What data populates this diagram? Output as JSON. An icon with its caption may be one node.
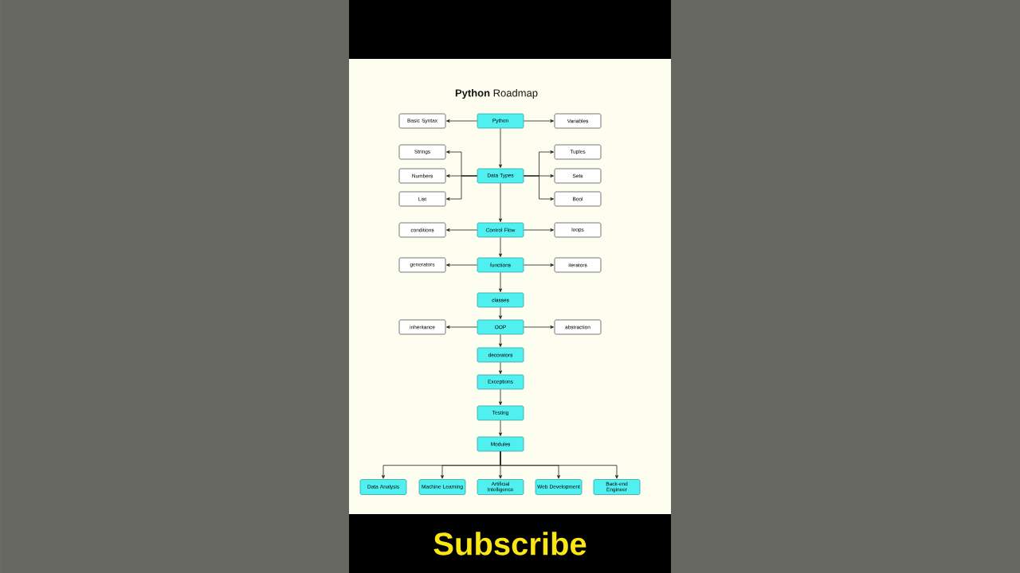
{
  "diagram": {
    "title": "**Python** Roadmap",
    "nodes": [
      {
        "text": [
          "Python"
        ]
      },
      {
        "text": [
          "Basic Syntax"
        ]
      },
      {
        "text": [
          "Variables"
        ]
      },
      {
        "text": [
          "Data Types"
        ]
      },
      {
        "text": [
          "Strings"
        ]
      },
      {
        "text": [
          "Numbers"
        ]
      },
      {
        "text": [
          "List"
        ]
      },
      {
        "text": [
          "Tuples"
        ]
      },
      {
        "text": [
          "Sets"
        ]
      },
      {
        "text": [
          "Bool"
        ]
      },
      {
        "text": [
          "Control Flow"
        ]
      },
      {
        "text": [
          "conditions"
        ]
      },
      {
        "text": [
          "loops"
        ]
      },
      {
        "text": [
          "functions"
        ]
      },
      {
        "text": [
          "generators"
        ]
      },
      {
        "text": [
          "iterators"
        ]
      },
      {
        "text": [
          "classes"
        ]
      },
      {
        "text": [
          "OOP"
        ]
      },
      {
        "text": [
          "inheritance"
        ]
      },
      {
        "text": [
          "abstraction"
        ]
      },
      {
        "text": [
          "decorators"
        ]
      },
      {
        "text": [
          "Exceptions"
        ]
      },
      {
        "text": [
          "Testing"
        ]
      },
      {
        "text": [
          "Modules"
        ]
      },
      {
        "text": [
          "Data Analysis"
        ]
      },
      {
        "text": [
          "Machine Learning"
        ]
      },
      {
        "text": [
          "Artificial Intelligence"
        ]
      },
      {
        "text": [
          "Web Development"
        ]
      },
      {
        "text": [
          "Back-end Engineer"
        ]
      }
    ],
    "edges": [
      {
        "from": 0,
        "to": 1,
        "arrow": "to"
      },
      {
        "from": 0,
        "to": 2,
        "arrow": "to"
      },
      {
        "from": 0,
        "to": 3,
        "arrow": "to"
      },
      {
        "from": 3,
        "to": 4,
        "arrow": "to"
      },
      {
        "from": 3,
        "to": 5,
        "arrow": "to"
      },
      {
        "from": 3,
        "to": 6,
        "arrow": "to"
      },
      {
        "from": 3,
        "to": 7,
        "arrow": "to"
      },
      {
        "from": 3,
        "to": 8,
        "arrow": "to"
      },
      {
        "from": 3,
        "to": 9,
        "arrow": "to"
      },
      {
        "from": 3,
        "to": 10,
        "arrow": "to"
      },
      {
        "from": 10,
        "to": 11,
        "arrow": "to"
      },
      {
        "from": 10,
        "to": 12,
        "arrow": "to"
      },
      {
        "from": 10,
        "to": 13,
        "arrow": "to"
      },
      {
        "from": 13,
        "to": 14,
        "arrow": "to"
      },
      {
        "from": 13,
        "to": 15,
        "arrow": "to"
      },
      {
        "from": 13,
        "to": 16,
        "arrow": "to"
      },
      {
        "from": 16,
        "to": 17,
        "arrow": "to"
      },
      {
        "from": 17,
        "to": 18,
        "arrow": "to"
      },
      {
        "from": 17,
        "to": 19,
        "arrow": "to"
      },
      {
        "from": 17,
        "to": 20,
        "arrow": "to"
      },
      {
        "from": 20,
        "to": 21,
        "arrow": "to"
      },
      {
        "from": 21,
        "to": 22,
        "arrow": "to"
      },
      {
        "from": 22,
        "to": 23,
        "arrow": "to"
      },
      {
        "from": 23,
        "to": 24,
        "arrow": "to"
      },
      {
        "from": 23,
        "to": 25,
        "arrow": "to"
      },
      {
        "from": 23,
        "to": 26,
        "arrow": "to"
      },
      {
        "from": 23,
        "to": 27,
        "arrow": "to"
      },
      {
        "from": 23,
        "to": 28,
        "arrow": "to"
      }
    ],
    "labels": [
      "Subscribe"
    ]
  }
}
